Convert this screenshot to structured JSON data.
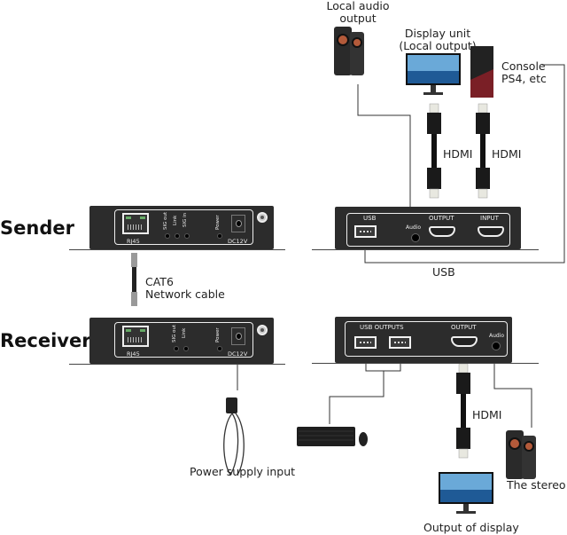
{
  "title_labels": {
    "sender": "Sender",
    "receiver": "Receiver"
  },
  "sender_unit": {
    "rj45": "RJ45",
    "leds": [
      "SIG out",
      "Link",
      "SIG in"
    ],
    "power": "Power",
    "dc": "DC12V"
  },
  "receiver_unit": {
    "rj45": "RJ45",
    "leds": [
      "SIG out",
      "Link"
    ],
    "power": "Power",
    "dc": "DC12V"
  },
  "sender_panel": {
    "usb": "USB",
    "audio": "Audio",
    "output": "OUTPUT",
    "input": "INPUT"
  },
  "receiver_panel": {
    "usb_outputs": "USB OUTPUTS",
    "output": "OUTPUT",
    "audio": "Audio"
  },
  "devices": {
    "local_audio": "Local audio\noutput",
    "display_unit": "Display unit\n(Local output)",
    "console": "Console\nPS4, etc",
    "hdmi1": "HDMI",
    "hdmi2": "HDMI",
    "usb_link": "USB",
    "cat6": "CAT6\nNetwork cable",
    "power_supply": "Power supply input",
    "hdmi3": "HDMI",
    "stereo": "The stereo",
    "output_display": "Output of display"
  }
}
